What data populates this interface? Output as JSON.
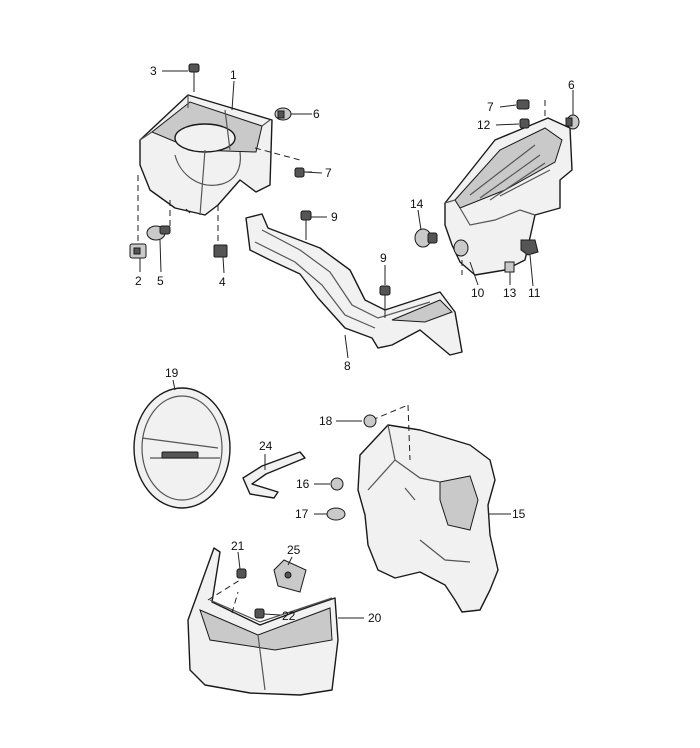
{
  "callouts": {
    "c1": "1",
    "c2": "2",
    "c3": "3",
    "c4": "4",
    "c5": "5",
    "c6a": "6",
    "c6b": "6",
    "c7a": "7",
    "c7b": "7",
    "c8": "8",
    "c9a": "9",
    "c9b": "9",
    "c10": "10",
    "c11": "11",
    "c12": "12",
    "c13": "13",
    "c14": "14",
    "c15": "15",
    "c16": "16",
    "c17": "17",
    "c18": "18",
    "c19": "19",
    "c20": "20",
    "c21": "21",
    "c22": "22",
    "c24": "24",
    "c25": "25"
  },
  "colors": {
    "line": "#1a1a1a",
    "fill": "#f1f1f1",
    "shade": "#c9c9c9"
  }
}
